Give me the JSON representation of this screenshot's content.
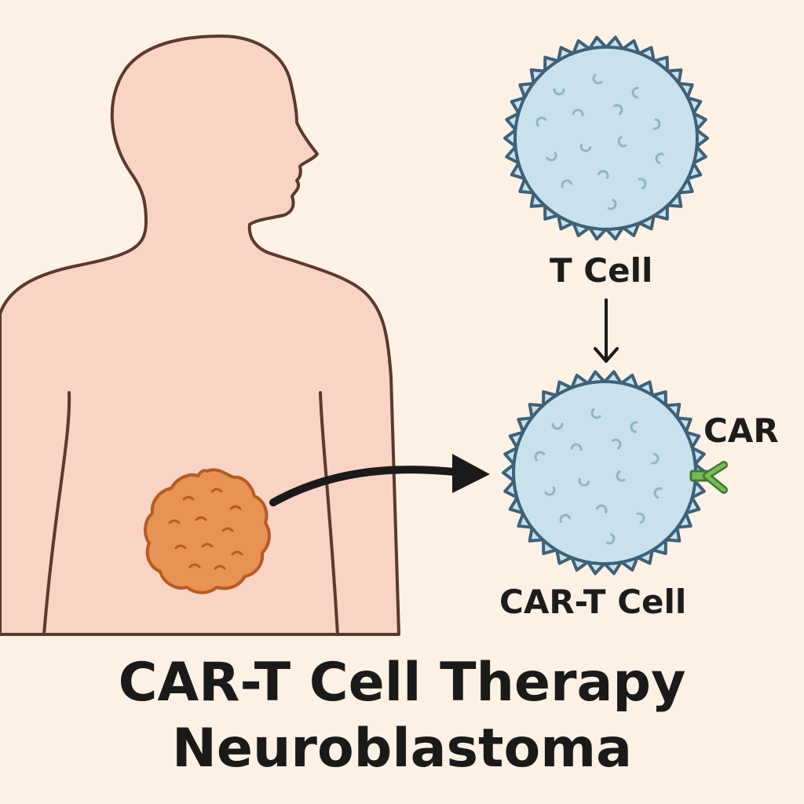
{
  "labels": {
    "t_cell": "T Cell",
    "car": "CAR",
    "car_t_cell": "CAR-T Cell"
  },
  "title": {
    "line1": "CAR-T Cell Therapy",
    "line2": "Neuroblastoma"
  },
  "colors": {
    "background": "#fcf1e4",
    "body_fill": "#f9d3c3",
    "body_outline": "#5a3a2e",
    "cell_fill": "#c9e1ec",
    "cell_outline": "#3d6178",
    "tumor_fill": "#e69354",
    "tumor_outline": "#b85a21",
    "car_receptor": "#79b957",
    "arrow": "#1a1a1a"
  },
  "icons": {
    "human": "human-silhouette-icon",
    "tumor": "tumor-icon",
    "t_cell": "t-cell-icon",
    "car_t_cell": "car-t-cell-icon"
  }
}
